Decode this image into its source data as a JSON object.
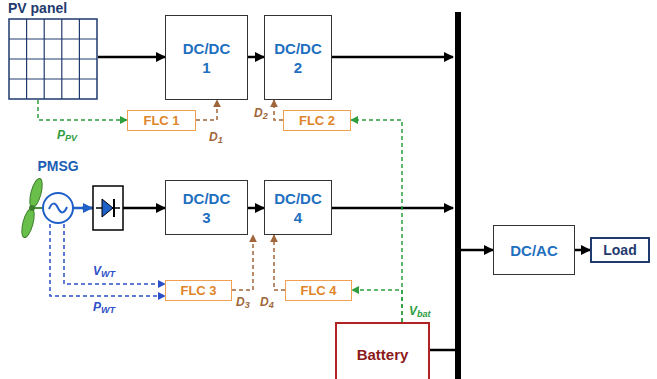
{
  "diagram": {
    "nodes": [
      {
        "text": [
          "PV panel"
        ]
      },
      {
        "text": [
          "DC/DC 1"
        ]
      },
      {
        "text": [
          "DC/DC 2"
        ]
      },
      {
        "text": [
          "FLC 1"
        ]
      },
      {
        "text": [
          "FLC 2"
        ]
      },
      {
        "text": [
          "PMSG"
        ]
      },
      {
        "text": [
          "DC/DC 3"
        ]
      },
      {
        "text": [
          "DC/DC 4"
        ]
      },
      {
        "text": [
          "FLC 3"
        ]
      },
      {
        "text": [
          "FLC 4"
        ]
      },
      {
        "text": [
          "DC/AC"
        ]
      },
      {
        "text": [
          "Load"
        ]
      },
      {
        "text": [
          "Battery"
        ]
      }
    ],
    "edges": [
      {
        "from": 0,
        "to": 1,
        "arrow": "to"
      },
      {
        "from": 1,
        "to": 2,
        "arrow": "to"
      },
      {
        "from": 0,
        "to": 3,
        "label": "PPV",
        "arrow": "to"
      },
      {
        "from": 3,
        "to": 1,
        "label": "D1",
        "arrow": "to"
      },
      {
        "from": 12,
        "to": 4,
        "arrow": "to"
      },
      {
        "from": 4,
        "to": 2,
        "label": "D2",
        "arrow": "to"
      },
      {
        "from": 5,
        "to": 6,
        "arrow": "to"
      },
      {
        "from": 5,
        "to": 8,
        "label": "VWT",
        "arrow": "to"
      },
      {
        "from": 5,
        "to": 8,
        "label": "PWT",
        "arrow": "to"
      },
      {
        "from": 8,
        "to": 6,
        "label": "D3",
        "arrow": "to"
      },
      {
        "from": 6,
        "to": 7,
        "arrow": "to"
      },
      {
        "from": 9,
        "to": 7,
        "label": "D4",
        "arrow": "to"
      },
      {
        "from": 12,
        "to": 9,
        "label": "Vbat",
        "arrow": "to"
      },
      {
        "from": 10,
        "to": 11,
        "arrow": "to"
      }
    ]
  }
}
